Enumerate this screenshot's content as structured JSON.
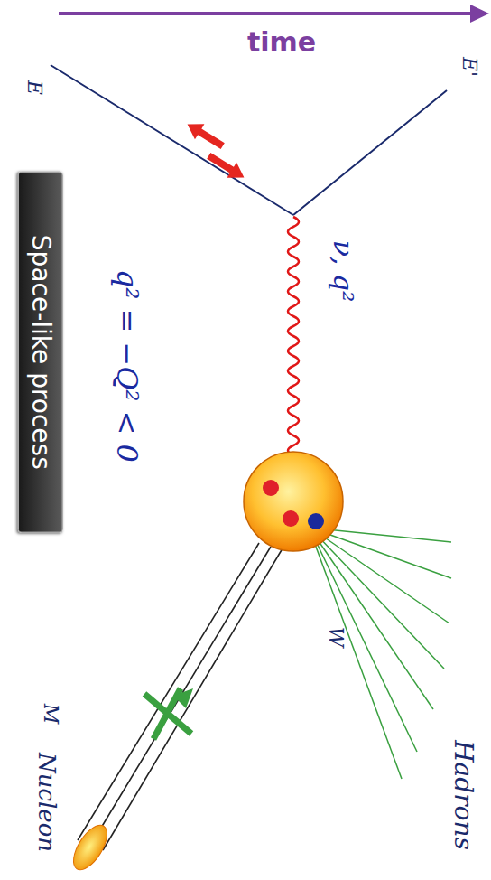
{
  "diagram": {
    "nodes": [
      {
        "text": [
          "Space-like process"
        ]
      }
    ],
    "edges": [],
    "labels": [
      "time",
      "E",
      "E'",
      "ν, q²",
      "q² = −Q² < 0",
      "W",
      "M",
      "Nucleon",
      "Hadrons"
    ]
  }
}
